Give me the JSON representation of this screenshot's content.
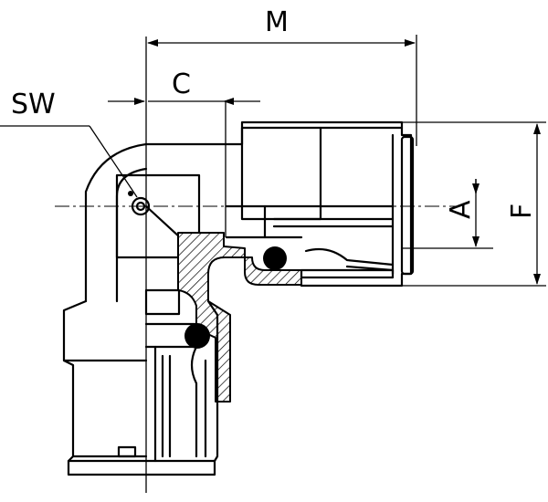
{
  "labels": {
    "m": "M",
    "c": "C",
    "sw": "SW",
    "a": "A",
    "f": "F"
  },
  "colors": {
    "line": "#000000",
    "background": "#ffffff"
  }
}
